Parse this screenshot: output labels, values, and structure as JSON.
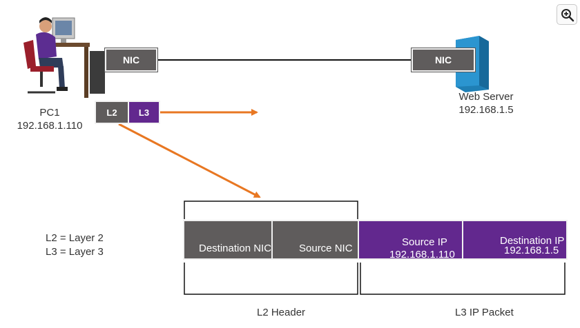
{
  "zoom": {
    "icon": "zoom-in-icon"
  },
  "pc": {
    "name": "PC1",
    "ip": "192.168.1.110",
    "nic_label": "NIC",
    "icon": "pc-user-icon"
  },
  "server": {
    "name": "Web Server",
    "ip": "192.168.1.5",
    "nic_label": "NIC",
    "icon": "server-icon"
  },
  "encap": {
    "l2": "L2",
    "l3": "L3"
  },
  "legend": {
    "l2": "L2 = Layer 2",
    "l3": "L3 = Layer 3"
  },
  "frame": {
    "dest_nic": "Destination NIC",
    "src_nic": "Source NIC",
    "src_ip_title": "Source IP",
    "src_ip_value": "192.168.1.110",
    "dst_ip_title": "Destination IP",
    "dst_ip_value": "192.168.1.5"
  },
  "brackets": {
    "l2_header": "L2 Header",
    "l3_packet": "L3 IP Packet"
  },
  "colors": {
    "gray": "#5f5c5c",
    "purple": "#62288e",
    "arrow": "#e87722",
    "server": "#1f7fb5"
  }
}
